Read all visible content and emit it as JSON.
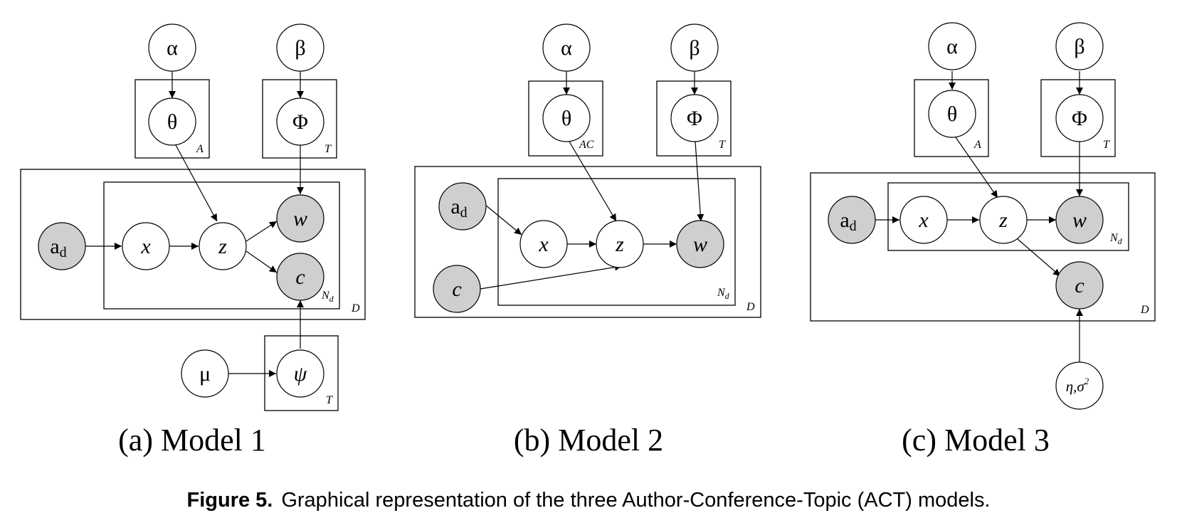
{
  "models": [
    {
      "subtitle": "(a) Model 1",
      "nodes": {
        "alpha": "α",
        "beta": "β",
        "theta": "θ",
        "phi": "Φ",
        "ad_base": "a",
        "ad_sub": "d",
        "x": "x",
        "z": "z",
        "w": "w",
        "c": "c",
        "mu": "μ",
        "psi": "ψ"
      },
      "plates": {
        "A": "A",
        "T_phi": "T",
        "Nd_base": "N",
        "Nd_sub": "d",
        "D": "D",
        "T_psi": "T"
      }
    },
    {
      "subtitle": "(b) Model 2",
      "nodes": {
        "alpha": "α",
        "beta": "β",
        "theta": "θ",
        "phi": "Φ",
        "ad_base": "a",
        "ad_sub": "d",
        "c": "c",
        "x": "x",
        "z": "z",
        "w": "w"
      },
      "plates": {
        "AC": "AC",
        "T_phi": "T",
        "Nd_base": "N",
        "Nd_sub": "d",
        "D": "D"
      }
    },
    {
      "subtitle": "(c) Model 3",
      "nodes": {
        "alpha": "α",
        "beta": "β",
        "theta": "θ",
        "phi": "Φ",
        "ad_base": "a",
        "ad_sub": "d",
        "x": "x",
        "z": "z",
        "w": "w",
        "c": "c",
        "eta": "η,σ",
        "sigma_sup": "2"
      },
      "plates": {
        "A": "A",
        "T_phi": "T",
        "Nd_base": "N",
        "Nd_sub": "d",
        "D": "D"
      }
    }
  ],
  "caption": {
    "label": "Figure 5.",
    "text": "Graphical representation of the three Author-Conference-Topic (ACT) models."
  }
}
